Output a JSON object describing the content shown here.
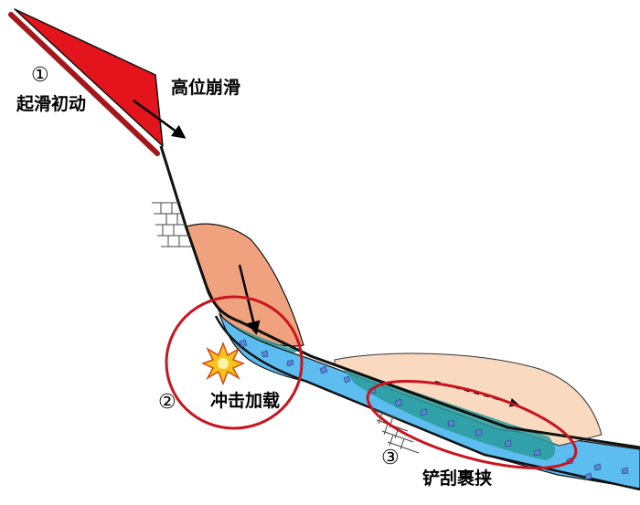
{
  "colors": {
    "sliding_mass": "#e3141b",
    "sliding_plane": "#a3161c",
    "impact_mass": "#f0a27e",
    "deposit": "#f9d9bf",
    "flow_channel": "#5dbdf0",
    "scoured_layer": "#2a9b9b",
    "highlight_ring": "#c8141e",
    "outline": "#111111"
  },
  "icons": {
    "impact": "explosion-icon",
    "bedrock": "brick-hatch-icon"
  },
  "stages": [
    {
      "marker": "①",
      "label": "起滑初动"
    },
    {
      "marker": "",
      "label": "高位崩滑"
    },
    {
      "marker": "②",
      "label": "冲击加载"
    },
    {
      "marker": "③",
      "label": "铲刮裹挟"
    }
  ]
}
